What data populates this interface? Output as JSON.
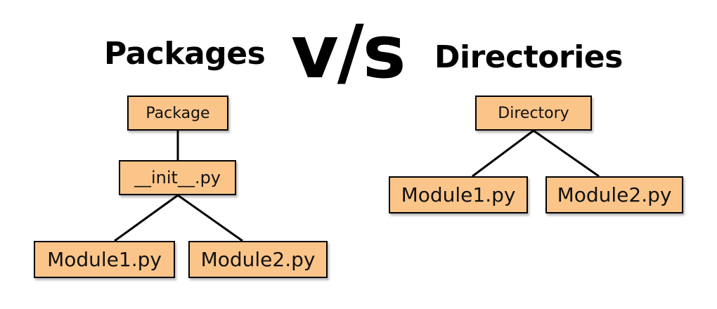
{
  "headings": {
    "left": "Packages",
    "separator": "v/s",
    "right": "Directories"
  },
  "packages_tree": {
    "root": "Package",
    "init": "__init__.py",
    "modules": [
      "Module1.py",
      "Module2.py"
    ]
  },
  "directories_tree": {
    "root": "Directory",
    "modules": [
      "Module1.py",
      "Module2.py"
    ]
  },
  "colors": {
    "node_fill": "#fbc58a",
    "node_border": "#000000",
    "text": "#000000",
    "background": "#ffffff"
  }
}
